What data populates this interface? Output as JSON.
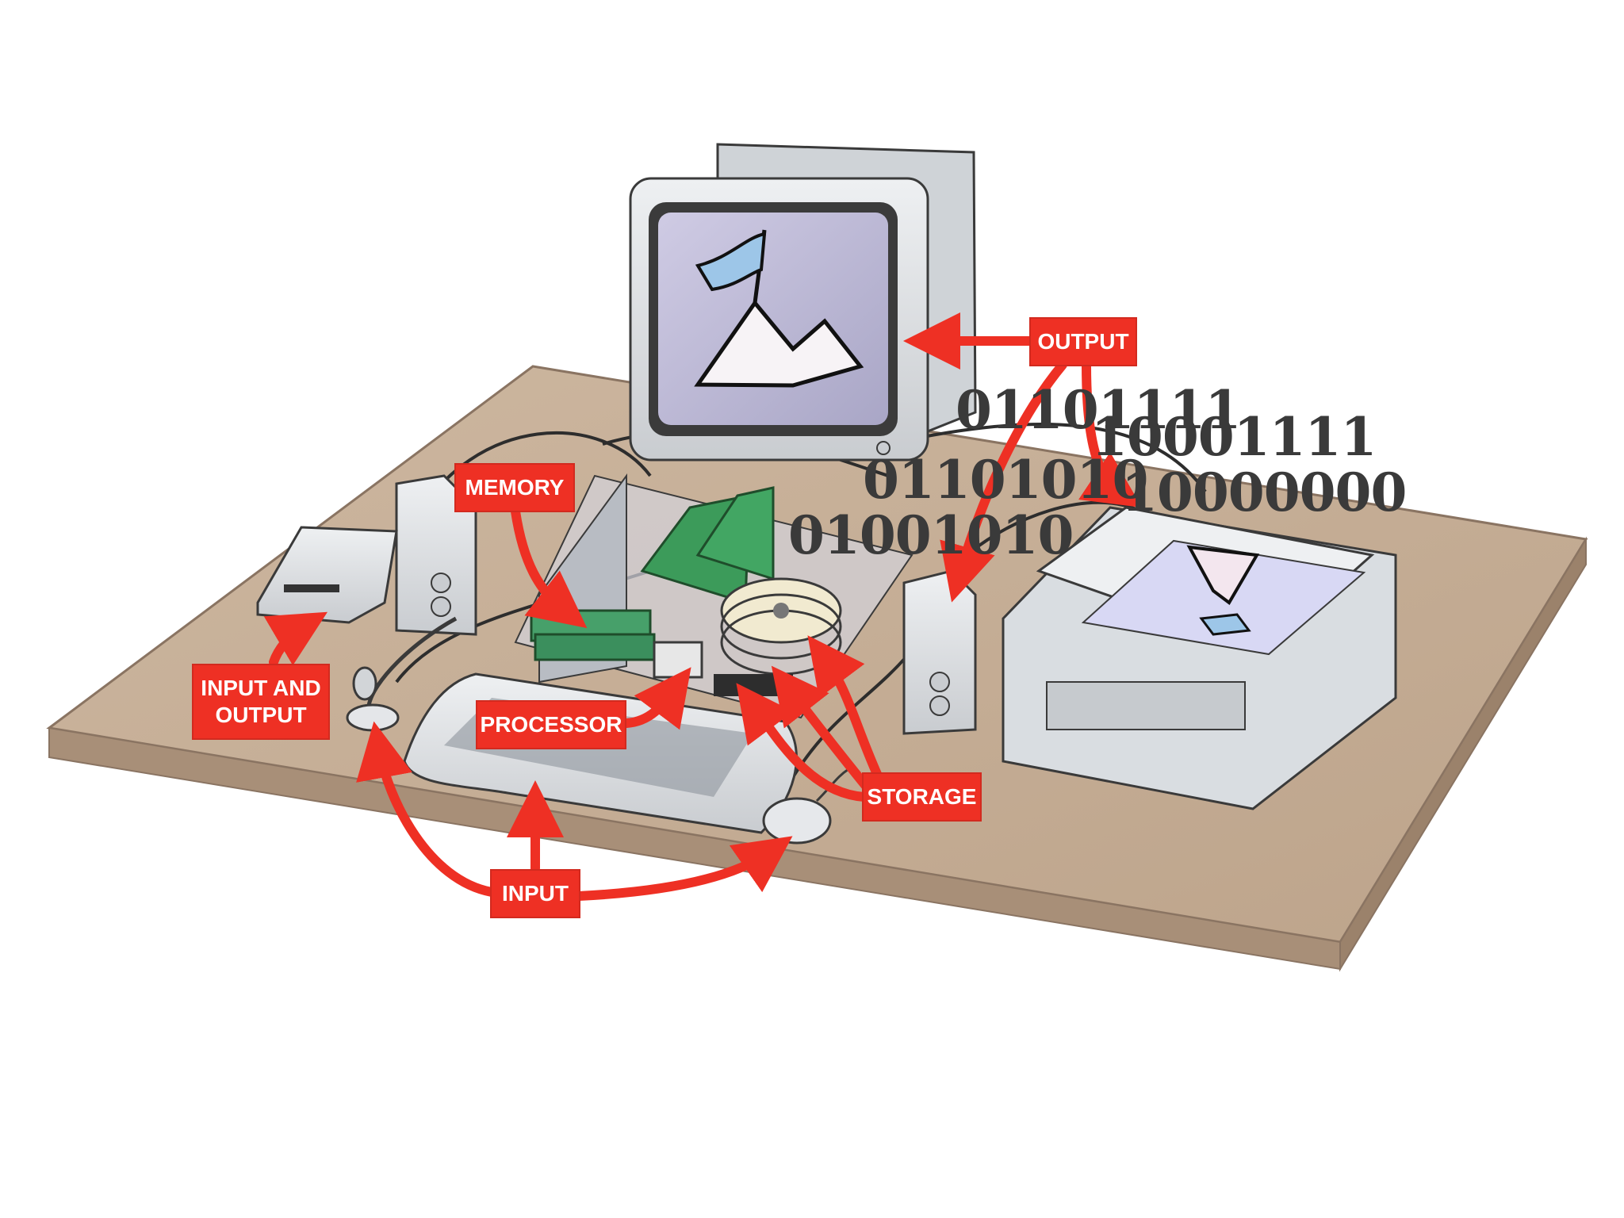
{
  "labels": {
    "output": "OUTPUT",
    "memory": "MEMORY",
    "input_and_output": "INPUT AND\nOUTPUT",
    "processor": "PROCESSOR",
    "storage": "STORAGE",
    "input": "INPUT"
  },
  "binary": {
    "line1": "01101111",
    "line2": "10001111",
    "line3": "01101010",
    "line4": "10000000",
    "line5": "01001010"
  },
  "colors": {
    "label_red": "#ee3024",
    "desk": "#c8b29a",
    "device_gray": "#dcdfe2",
    "binary_text": "#3a3a3a"
  }
}
